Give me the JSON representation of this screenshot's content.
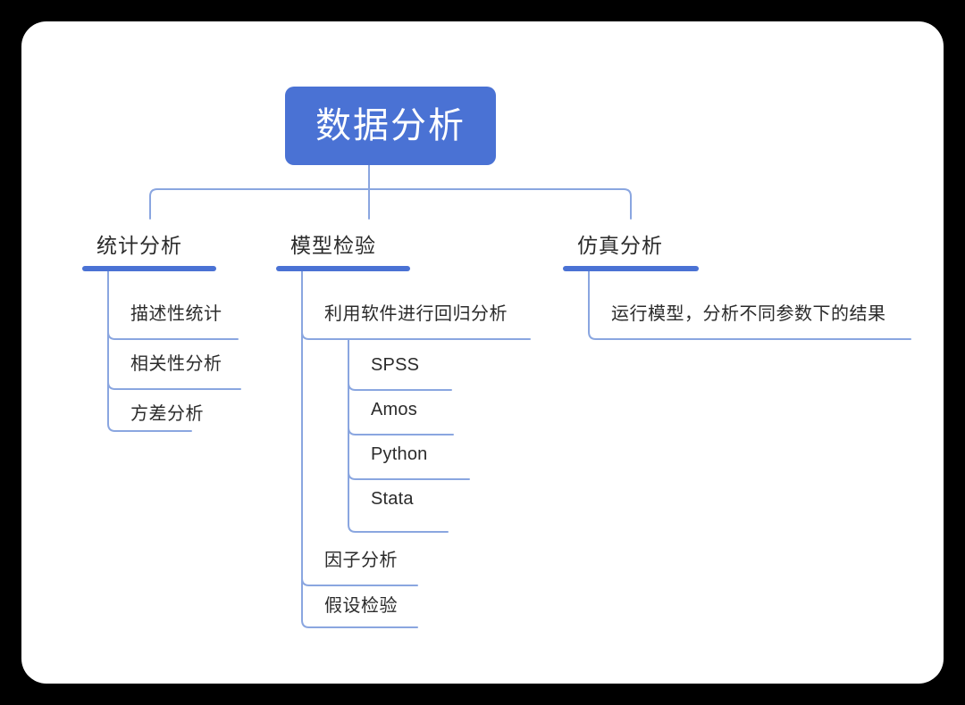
{
  "canvas": {
    "background": "#000000",
    "card_background": "#ffffff",
    "accent": "#4a72d4",
    "connector_color": "#8aa6e0",
    "bar_color": "#4a72d4",
    "text_color": "#2b2b2b"
  },
  "diagram": {
    "type": "mindmap-tree",
    "title": "数据分析",
    "root": {
      "label": "数据分析"
    },
    "branches": [
      {
        "label": "统计分析",
        "children": [
          {
            "label": "描述性统计"
          },
          {
            "label": "相关性分析"
          },
          {
            "label": "方差分析"
          }
        ]
      },
      {
        "label": "模型检验",
        "children": [
          {
            "label": "利用软件进行回归分析",
            "children": [
              {
                "label": "SPSS"
              },
              {
                "label": "Amos"
              },
              {
                "label": "Python"
              },
              {
                "label": "Stata"
              }
            ]
          },
          {
            "label": "因子分析"
          },
          {
            "label": "假设检验"
          }
        ]
      },
      {
        "label": "仿真分析",
        "children": [
          {
            "label": "运行模型，分析不同参数下的结果"
          }
        ]
      }
    ]
  }
}
